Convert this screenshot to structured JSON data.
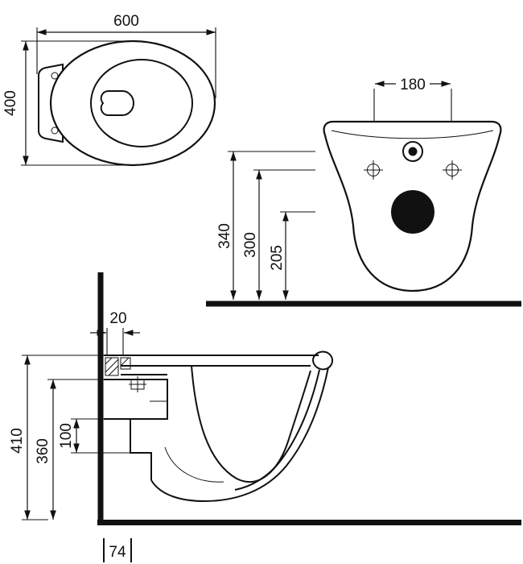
{
  "drawing": {
    "ink_color": "#111111",
    "background_color": "#ffffff",
    "top_view": {
      "dim_width": "600",
      "dim_depth": "400"
    },
    "rear_view": {
      "dim_fixing_centres": "180",
      "dim_inlet_height": "340",
      "dim_fixing_height": "300",
      "dim_outlet_height": "205"
    },
    "side_view": {
      "dim_wall_clearance": "20",
      "dim_overall_height": "410",
      "dim_rim_height": "360",
      "dim_bracket_spacing": "100",
      "dim_floor_distance": "74"
    }
  }
}
